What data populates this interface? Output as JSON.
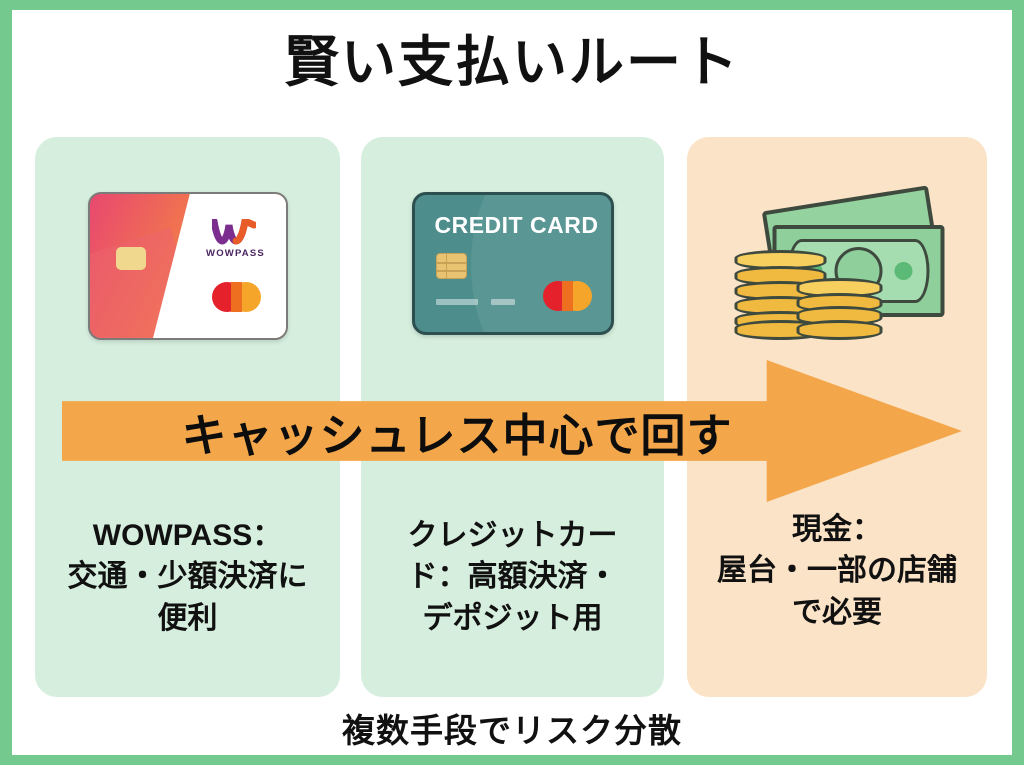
{
  "poster": {
    "title": "賢い支払いルート",
    "footer_note": "複数手段でリスク分散",
    "border_color": "#74C98E",
    "background_color": "#FFFFFF"
  },
  "arrow_banner": {
    "label": "キャッシュレス中心で回す",
    "color": "#F4A74A",
    "direction": "right"
  },
  "panels": [
    {
      "id": "wowpass",
      "background_color": "#D5EEDD",
      "caption": "WOWPASS：\n交通・少額決済に\n便利",
      "caption_lines": [
        "WOWPASS：",
        "交通・少額決済に",
        "便利"
      ],
      "art": "wowpass-card"
    },
    {
      "id": "credit-card",
      "background_color": "#D5EEDD",
      "caption": "クレジットカード：高額決済・デポジット用",
      "caption_lines": [
        "クレジットカー",
        "ド：高額決済・",
        "デポジット用"
      ],
      "art": "credit-card"
    },
    {
      "id": "cash",
      "background_color": "#FBE3C7",
      "caption": "現金：屋台・一部の店舗で必要",
      "caption_lines": [
        "現金：",
        "屋台・一部の店舗",
        "で必要"
      ],
      "art": "cash-bills-coins"
    }
  ],
  "wowpass_card": {
    "brand_text": "WOWPASS",
    "network": "mastercard",
    "gradient_from": "#E8486F",
    "gradient_to": "#F59A3D"
  },
  "credit_card": {
    "label": "CREDIT CARD",
    "network": "mastercard",
    "color": "#4D8E8C"
  },
  "cash": {
    "bill_color": "#8ECF9C",
    "coin_color": "#F0B93F"
  }
}
